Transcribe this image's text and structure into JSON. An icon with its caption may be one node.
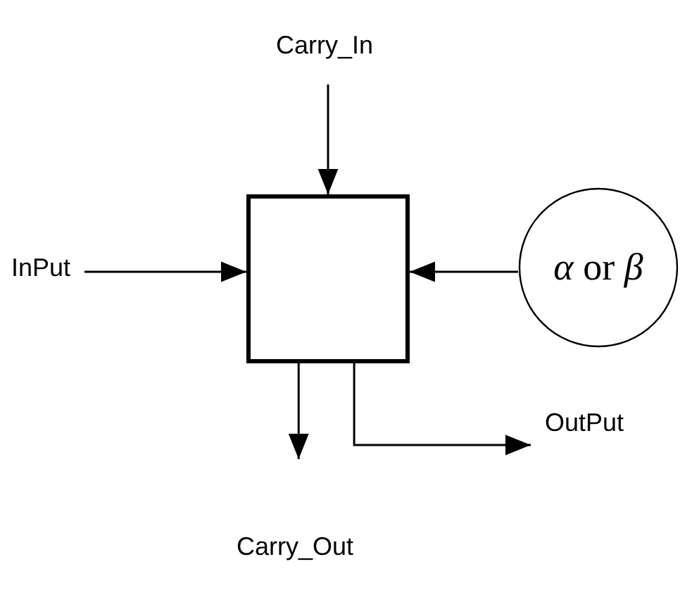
{
  "diagram": {
    "nodes": [
      {
        "text": [
          "Carry_In"
        ]
      },
      {
        "text": [
          "InPut"
        ]
      },
      {
        "text": [],
        "shape": "box"
      },
      {
        "text": [
          "*α* or *β*"
        ]
      },
      {
        "text": [
          "OutPut"
        ]
      },
      {
        "text": [
          "Carry_Out"
        ]
      }
    ],
    "edges": [
      {
        "from": 0,
        "to": 2,
        "arrow": "to"
      },
      {
        "from": 1,
        "to": 2,
        "arrow": "to"
      },
      {
        "from": 3,
        "to": 2,
        "arrow": "to"
      },
      {
        "from": 2,
        "to": 4,
        "arrow": "to"
      },
      {
        "from": 2,
        "to": 5,
        "arrow": "to"
      }
    ]
  }
}
